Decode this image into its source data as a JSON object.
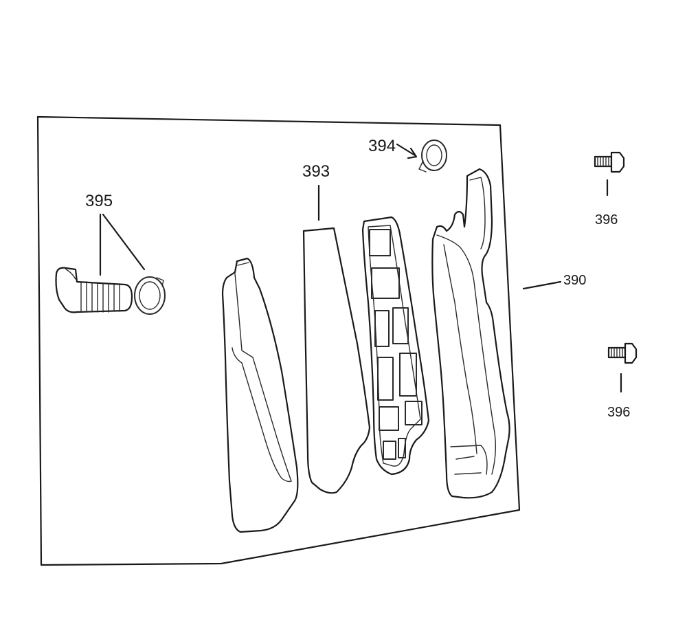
{
  "diagram": {
    "callouts": {
      "p395": "395",
      "p393": "393",
      "p394": "394",
      "p390": "390",
      "p396_top": "396",
      "p396_bottom": "396"
    },
    "colors": {
      "ink": "#1a1a1a",
      "background": "#ffffff"
    }
  }
}
